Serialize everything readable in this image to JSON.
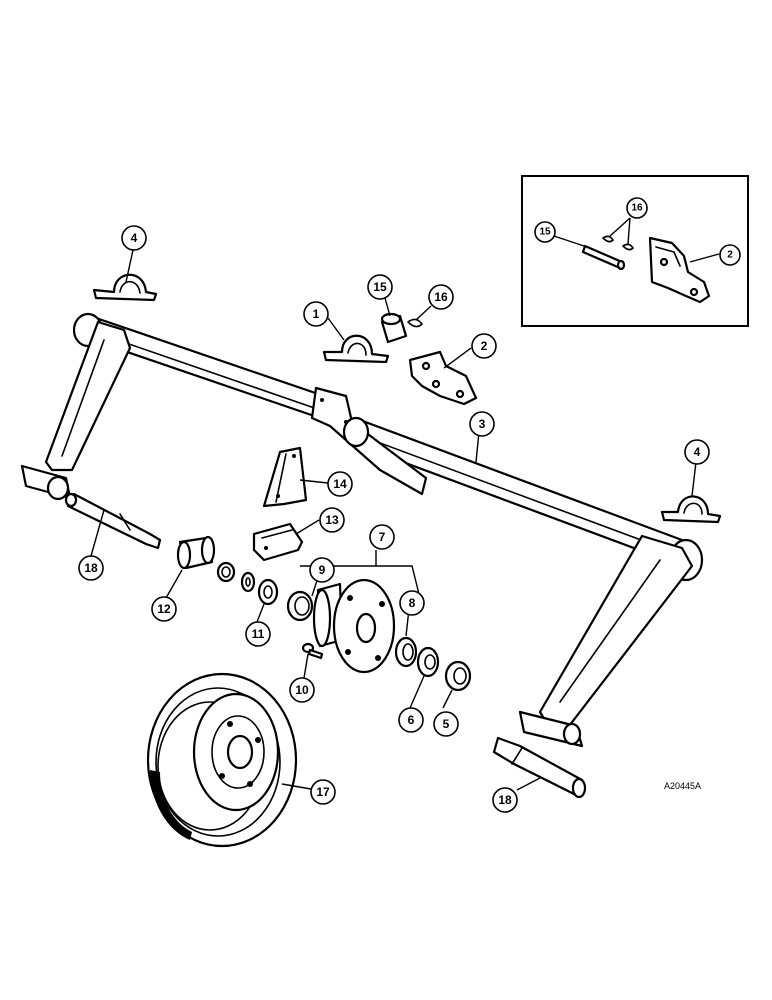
{
  "drawing_ref": "A20445A",
  "callouts": [
    {
      "id": "c1",
      "label": "1"
    },
    {
      "id": "c2",
      "label": "2"
    },
    {
      "id": "c3",
      "label": "3"
    },
    {
      "id": "c4a",
      "label": "4"
    },
    {
      "id": "c4b",
      "label": "4"
    },
    {
      "id": "c5",
      "label": "5"
    },
    {
      "id": "c6",
      "label": "6"
    },
    {
      "id": "c7",
      "label": "7"
    },
    {
      "id": "c8",
      "label": "8"
    },
    {
      "id": "c9",
      "label": "9"
    },
    {
      "id": "c10",
      "label": "10"
    },
    {
      "id": "c11",
      "label": "11"
    },
    {
      "id": "c12",
      "label": "12"
    },
    {
      "id": "c13",
      "label": "13"
    },
    {
      "id": "c14",
      "label": "14"
    },
    {
      "id": "c15",
      "label": "15"
    },
    {
      "id": "c16",
      "label": "16"
    },
    {
      "id": "c17",
      "label": "17"
    },
    {
      "id": "c18a",
      "label": "18"
    },
    {
      "id": "c18b",
      "label": "18"
    }
  ],
  "inset_callouts": [
    {
      "id": "i15",
      "label": "15"
    },
    {
      "id": "i16",
      "label": "16"
    },
    {
      "id": "i2",
      "label": "2"
    }
  ]
}
